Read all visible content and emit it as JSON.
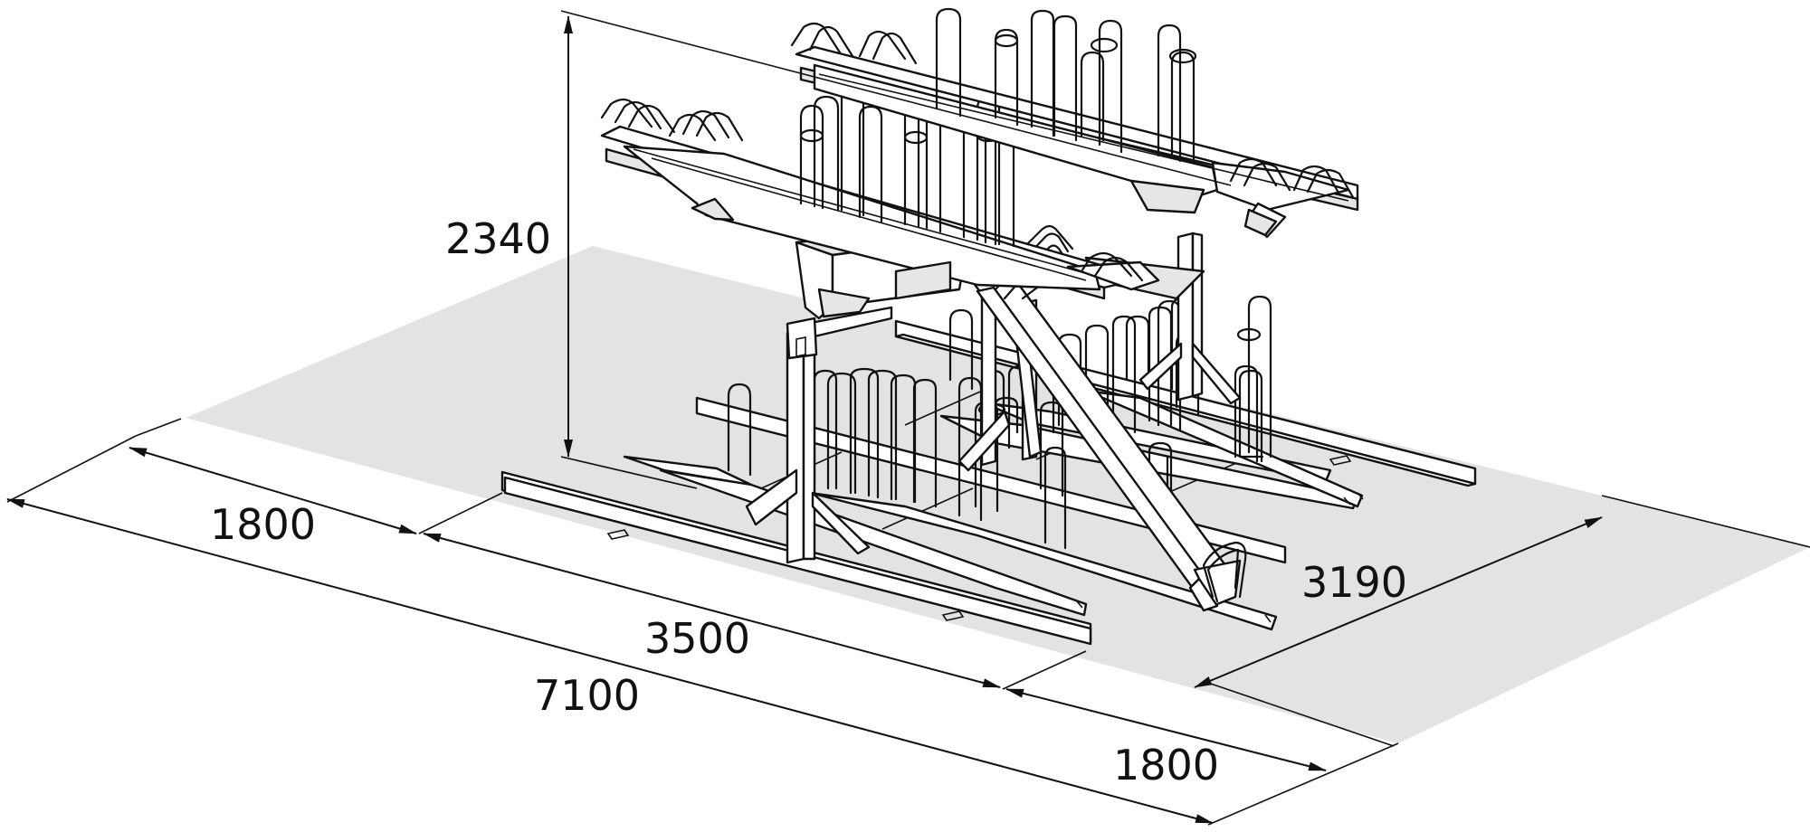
{
  "dimensions": {
    "height": "2340",
    "left_clearance": "1800",
    "rack_depth": "3500",
    "total_length": "7100",
    "right_clearance": "1800",
    "width": "3190"
  },
  "colors": {
    "floor": "#e3e3e3",
    "line": "#111111",
    "metal": "#ffffff",
    "shadow": "#d9d9d9"
  }
}
